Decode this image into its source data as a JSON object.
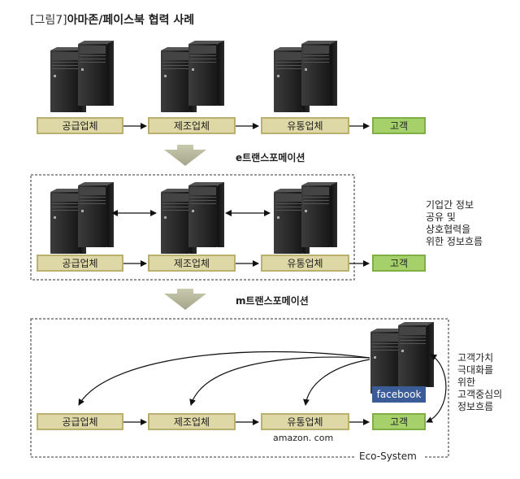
{
  "figure": {
    "caption_bracket": "[그림7]",
    "caption_text": "아마존/페이스북 협력 사례"
  },
  "entities": {
    "supplier": "공급업체",
    "manufacturer": "제조업체",
    "distributor": "유통업체",
    "customer": "고객"
  },
  "stages": {
    "e_transformation": "e트랜스포메이션",
    "m_transformation": "m트랜스포메이션"
  },
  "notes": {
    "info_sharing": [
      "기업간 정보",
      "공유 및",
      "상호협력을",
      "위한 정보흐름"
    ],
    "value_flow": [
      "고객가치",
      "극대화를",
      "위한",
      "고객중심의",
      "정보흐름"
    ]
  },
  "labels": {
    "facebook": "facebook",
    "amazon": "amazon. com",
    "ecosystem": "Eco-System"
  },
  "colors": {
    "company_box_fill": "#ded8a6",
    "customer_box_fill": "#a6d06a",
    "facebook_blue": "#3c5c98",
    "transition_arrow": "#b8b89a"
  },
  "icons": [
    "server-tower-icon",
    "right-arrow-icon",
    "double-arrow-icon",
    "down-arrow-icon"
  ]
}
